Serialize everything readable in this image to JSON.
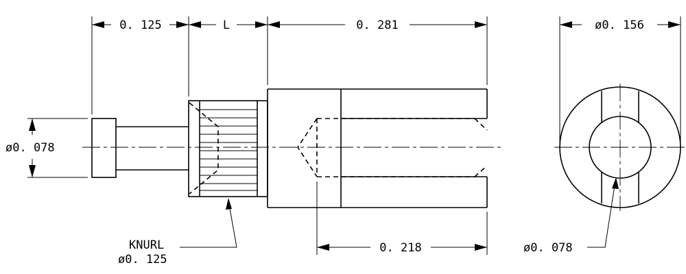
{
  "dimensions": {
    "head_to_knurl": "0. 125",
    "knurl_length": "L",
    "body_length": "0. 281",
    "end_view_diameter": "ø0. 156",
    "stem_diameter": "ø0. 078",
    "slot_depth": "0. 218",
    "bore_diameter": "ø0. 078"
  },
  "notes": {
    "knurl_line1": "KNURL",
    "knurl_line2": "ø0. 125"
  }
}
